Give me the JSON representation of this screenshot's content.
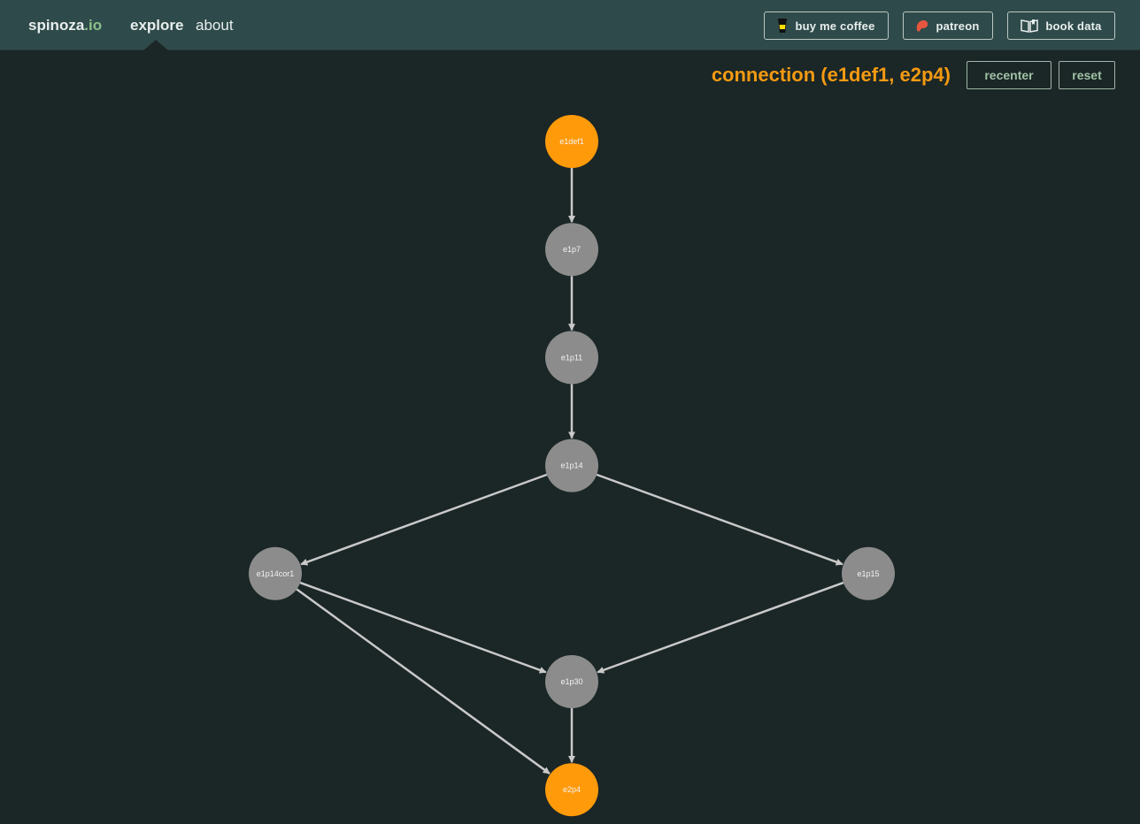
{
  "header": {
    "logo_main": "spinoza",
    "logo_tld": ".io",
    "nav": {
      "explore": "explore",
      "about": "about"
    },
    "buttons": {
      "coffee": "buy me coffee",
      "patreon": "patreon",
      "book": "book data"
    }
  },
  "toolbar": {
    "title": "connection (e1def1, e2p4)",
    "recenter": "recenter",
    "reset": "reset"
  },
  "colors": {
    "background": "#1b2626",
    "header": "#2f4a4a",
    "highlight_node": "#ff9a0a",
    "default_node": "#8c8c8c",
    "edge": "#c9c9c9",
    "title": "#f39a12",
    "logo_accent": "#8cc08c"
  },
  "graph": {
    "nodes": [
      {
        "id": "e1def1",
        "label": "e1def1",
        "highlight": true,
        "level": 0,
        "col": 0
      },
      {
        "id": "e1p7",
        "label": "e1p7",
        "highlight": false,
        "level": 1,
        "col": 0
      },
      {
        "id": "e1p11",
        "label": "e1p11",
        "highlight": false,
        "level": 2,
        "col": 0
      },
      {
        "id": "e1p14",
        "label": "e1p14",
        "highlight": false,
        "level": 3,
        "col": 0
      },
      {
        "id": "e1p14cor1",
        "label": "e1p14cor1",
        "highlight": false,
        "level": 4,
        "col": -1
      },
      {
        "id": "e1p15",
        "label": "e1p15",
        "highlight": false,
        "level": 4,
        "col": 1
      },
      {
        "id": "e1p30",
        "label": "e1p30",
        "highlight": false,
        "level": 5,
        "col": 0
      },
      {
        "id": "e2p4",
        "label": "e2p4",
        "highlight": true,
        "level": 6,
        "col": 0
      }
    ],
    "edges": [
      {
        "from": "e1def1",
        "to": "e1p7"
      },
      {
        "from": "e1p7",
        "to": "e1p11"
      },
      {
        "from": "e1p11",
        "to": "e1p14"
      },
      {
        "from": "e1p14",
        "to": "e1p14cor1"
      },
      {
        "from": "e1p14",
        "to": "e1p15"
      },
      {
        "from": "e1p14cor1",
        "to": "e1p30"
      },
      {
        "from": "e1p14cor1",
        "to": "e2p4"
      },
      {
        "from": "e1p15",
        "to": "e1p30"
      },
      {
        "from": "e1p30",
        "to": "e2p4"
      }
    ]
  }
}
